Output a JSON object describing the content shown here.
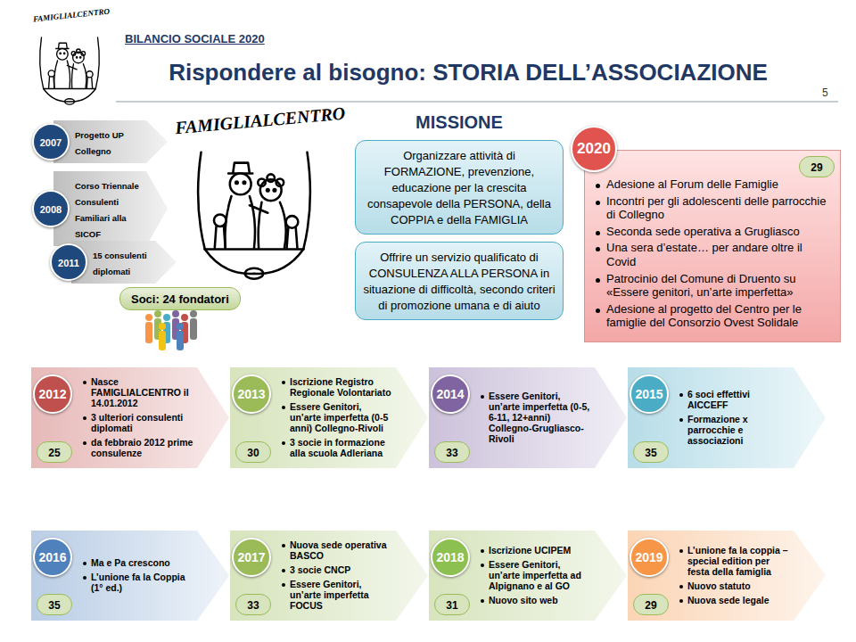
{
  "diagram": {
    "title": "Rispondere al bisogno: STORIA DELL’ASSOCIAZIONE",
    "nodes": [
      {
        "text": [
          "Progetto UP Collegno"
        ]
      },
      {
        "text": [
          "2007"
        ],
        "in": 0
      },
      {
        "text": [
          "Corso Triennale Consulenti Familiari alla SICOF"
        ]
      },
      {
        "text": [
          "2008"
        ],
        "in": 2
      },
      {
        "text": [
          "15 consulenti diplomati"
        ]
      },
      {
        "text": [
          "2011"
        ],
        "in": 4
      },
      {
        "text": [
          "Organizzare attività di FORMAZIONE, prevenzione, educazione per la crescita consapevole della PERSONA, della COPPIA e della FAMIGLIA"
        ]
      },
      {
        "text": [
          "Offrire un servizio qualificato di CONSULENZA ALLA PERSONA in situazione di difficoltà, secondo criteri di promozione umana e di aiuto"
        ]
      },
      {
        "text": [
          "Adesione al Forum delle Famiglie",
          "Incontri per gli adolescenti delle parrocchie di Collegno",
          "Seconda sede operativa a Grugliasco",
          "Una sera d’estate… per andare oltre il Covid",
          "Patrocinio del Comune di Druento su «Essere genitori, un’arte imperfetta»",
          "Adesione al progetto del Centro per le famiglie del Consorzio Ovest Solidale"
        ]
      },
      {
        "text": [
          "2020"
        ],
        "in": 8
      },
      {
        "text": [
          "29"
        ],
        "in": 8
      },
      {
        "text": [
          "Soci: 24 fondatori"
        ]
      },
      {
        "text": [
          "Nasce FAMIGLIALCENTRO il 14.01.2012",
          "3 ulteriori consulenti diplomati",
          "da febbraio 2012 prime consulenze"
        ]
      },
      {
        "text": [
          "2012"
        ],
        "in": 12
      },
      {
        "text": [
          "25"
        ],
        "in": 12
      },
      {
        "text": [
          "Iscrizione Registro Regionale Volontariato",
          "Essere Genitori, un’arte imperfetta (0-5 anni) Collegno-Rivoli",
          "3 socie in formazione alla scuola Adleriana"
        ]
      },
      {
        "text": [
          "2013"
        ],
        "in": 15
      },
      {
        "text": [
          "30"
        ],
        "in": 15
      },
      {
        "text": [
          "Essere Genitori, un’arte imperfetta (0-5, 6-11, 12+anni) Collegno-Grugliasco-Rivoli"
        ]
      },
      {
        "text": [
          "2014"
        ],
        "in": 18
      },
      {
        "text": [
          "33"
        ],
        "in": 18
      },
      {
        "text": [
          "6 soci effettivi AICCEFF",
          "Formazione x parrocchie e associazioni"
        ]
      },
      {
        "text": [
          "2015"
        ],
        "in": 21
      },
      {
        "text": [
          "35"
        ],
        "in": 21
      },
      {
        "text": [
          "Ma e Pa crescono",
          "L’unione fa la Coppia (1° ed.)"
        ]
      },
      {
        "text": [
          "2016"
        ],
        "in": 24
      },
      {
        "text": [
          "35"
        ],
        "in": 24
      },
      {
        "text": [
          "Nuova sede operativa BASCO",
          "3 socie CNCP",
          "Essere Genitori, un’arte imperfetta FOCUS"
        ]
      },
      {
        "text": [
          "2017"
        ],
        "in": 27
      },
      {
        "text": [
          "33"
        ],
        "in": 27
      },
      {
        "text": [
          "Iscrizione UCIPEM",
          "Essere Genitori, un’arte imperfetta ad Alpignano e al GO",
          "Nuovo sito web"
        ]
      },
      {
        "text": [
          "2018"
        ],
        "in": 30
      },
      {
        "text": [
          "31"
        ],
        "in": 30
      },
      {
        "text": [
          "L’unione fa la coppia – special edition per festa della famiglia",
          "Nuovo statuto",
          "Nuova sede legale"
        ]
      },
      {
        "text": [
          "2019"
        ],
        "in": 33
      },
      {
        "text": [
          "29"
        ],
        "in": 33
      }
    ],
    "labels": [
      "FAMIGLIALCENTRO",
      "BILANCIO SOCIALE 2020",
      "5",
      "MISSIONE",
      "FAMIGLIALCENTRO"
    ]
  }
}
